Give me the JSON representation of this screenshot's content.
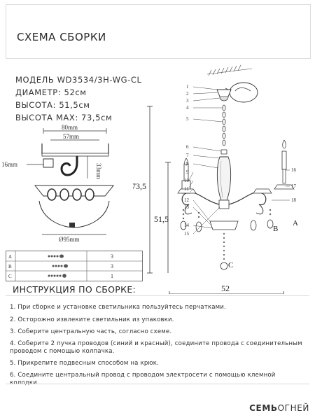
{
  "header": {
    "title": "СХЕМА СБОРКИ"
  },
  "specs": {
    "model": "МОДЕЛЬ WD3534/3H-WG-CL",
    "diameter": "ДИАМЕТР: 52см",
    "height": "ВЫСОТА: 51,5см",
    "height_max": "ВЫСОТА MAX: 73,5см"
  },
  "hook_diagram": {
    "dims": [
      "80mm",
      "57mm",
      "16mm",
      "33mm"
    ]
  },
  "canopy_diagram": {
    "dims": [
      "Ø95mm"
    ]
  },
  "parts_table": {
    "rows": [
      {
        "letter": "A",
        "qty": "3"
      },
      {
        "letter": "B",
        "qty": "3"
      },
      {
        "letter": "C",
        "qty": "1"
      }
    ]
  },
  "chandelier_drawing": {
    "height_total": "73,5",
    "height_body": "51,5",
    "width": "52",
    "part_letters": [
      "A",
      "B",
      "C"
    ],
    "callouts_left": [
      "1",
      "2",
      "3",
      "4",
      "5",
      "6",
      "7",
      "8",
      "9",
      "10",
      "11",
      "12",
      "13",
      "14",
      "15"
    ],
    "callouts_right": [
      "16",
      "17",
      "18"
    ]
  },
  "instructions": {
    "heading": "ИНСТРУКЦИЯ ПО СБОРКЕ:",
    "steps": [
      "1. При сборке и установке светильника пользуйтесь перчатками.",
      "2. Осторожно извлеките светильник из упаковки.",
      "3. Соберите центральную часть, согласно схеме.",
      "4. Соберите 2 пучка проводов (синий и красный), соедините провода с соединительным проводом с помощью колпачка.",
      "5. Прикрепите подвесным способом на крюк.",
      "6. Соедините центральный провод с проводом электросети с помощью клемной колодки."
    ]
  },
  "brand": {
    "bold": "СЕМЬ",
    "light": "ОГНЕЙ"
  }
}
